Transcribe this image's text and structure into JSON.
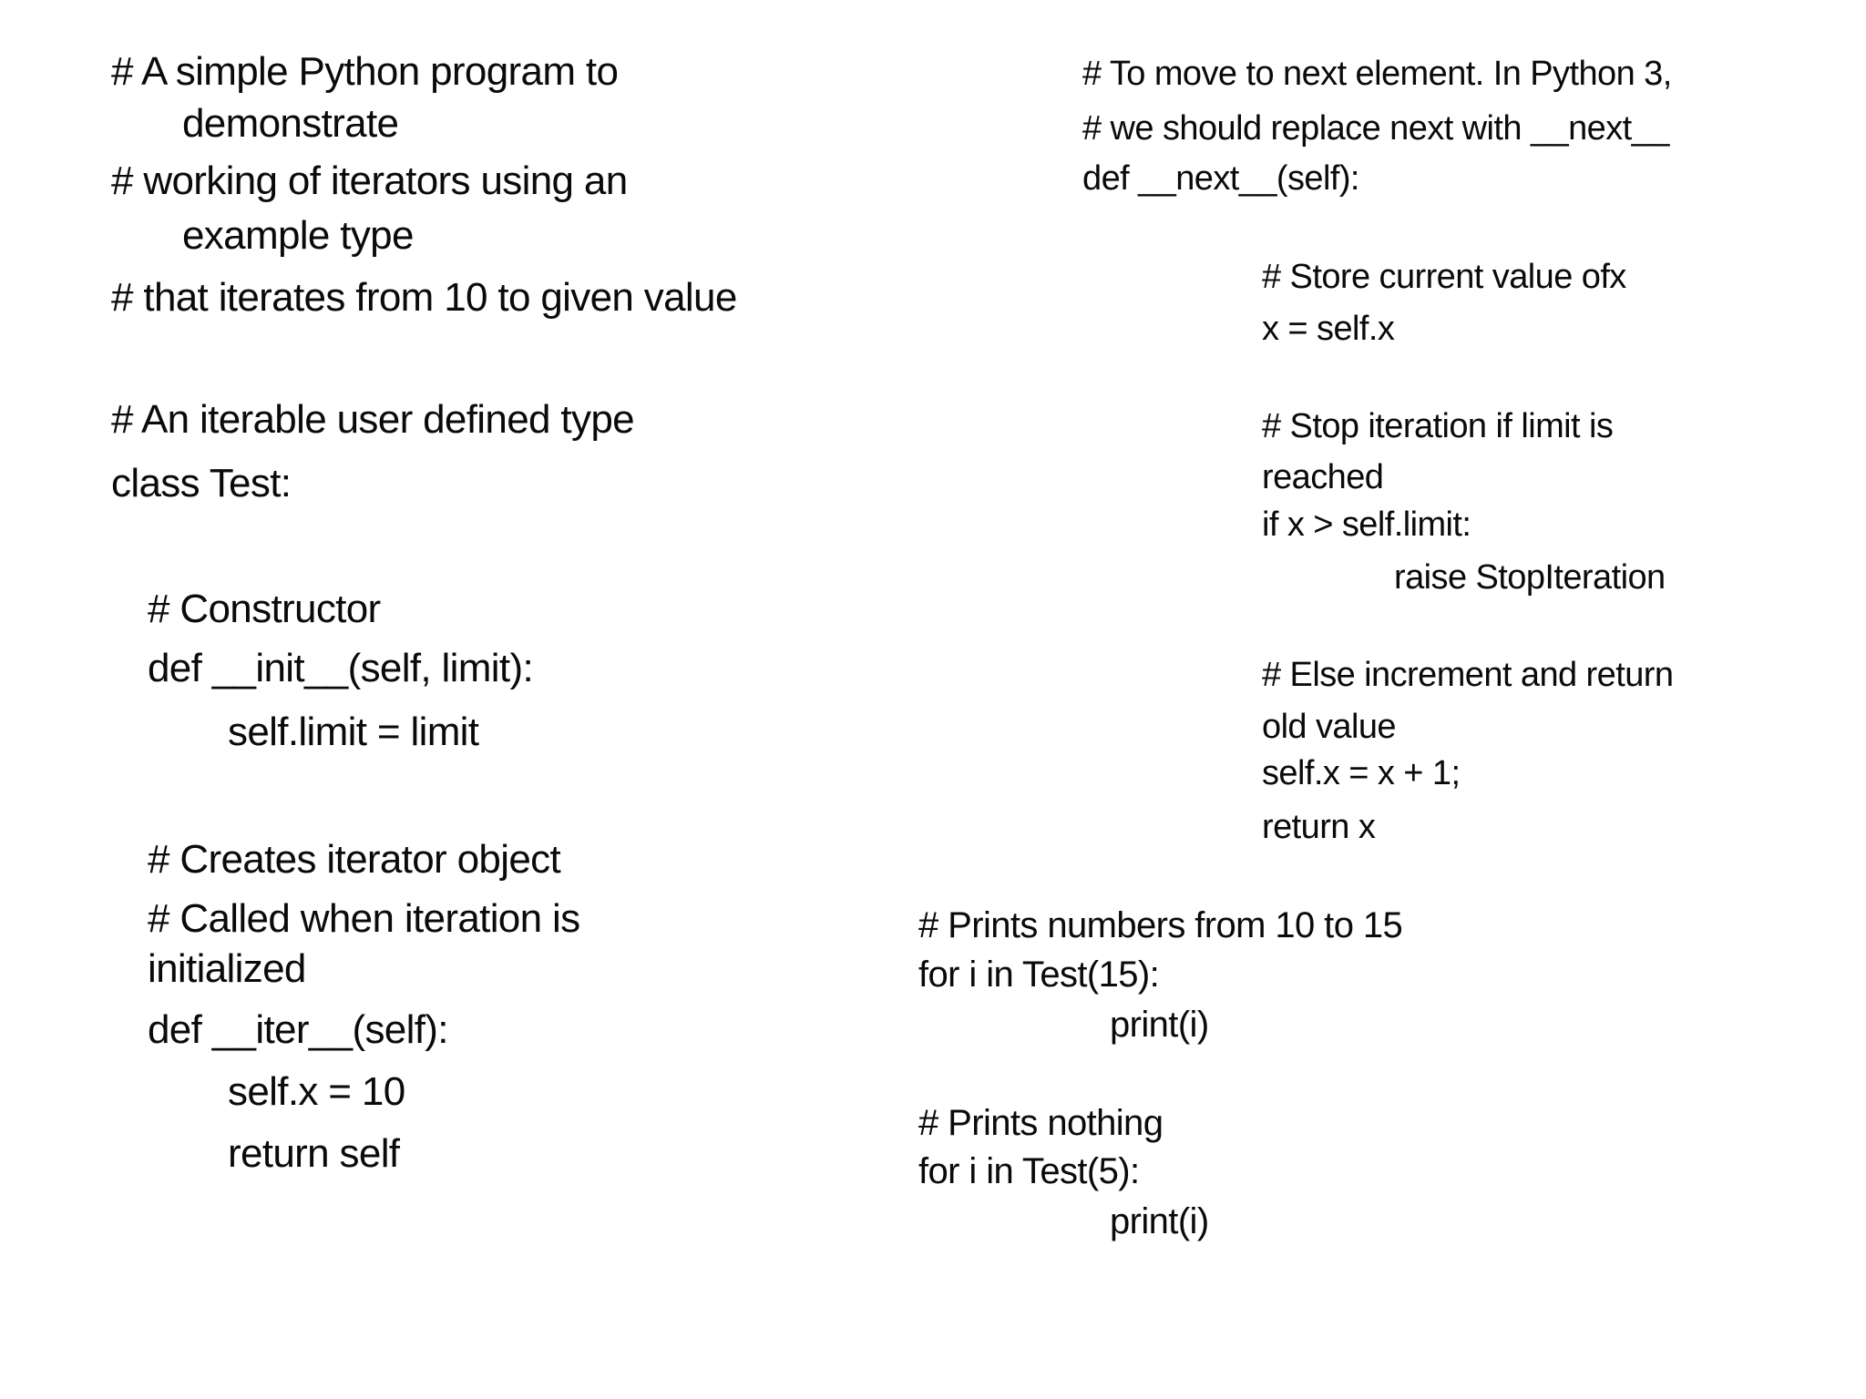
{
  "page": {
    "background_color": "#ffffff",
    "text_color": "#0a0a0a",
    "description": "Slide showing a simple Python program demonstrating iterators"
  },
  "blocks": {
    "left": {
      "lines": [
        "# A simple Python program to",
        "demonstrate",
        "# working of iterators using an",
        "example type",
        "# that iterates from 10 to given value",
        "# An iterable user defined type",
        "class Test:",
        "# Constructor",
        "def __init__(self, limit):",
        "self.limit = limit",
        "# Creates iterator object",
        "# Called when iteration is",
        "initialized",
        "def __iter__(self):",
        "self.x = 10",
        "return self"
      ]
    },
    "right": {
      "lines": [
        "# To move to next element. In Python 3,",
        "# we should replace next with __next__",
        "def __next__(self):",
        "# Store current value ofx",
        "x = self.x",
        "# Stop iteration if limit is",
        "reached",
        "if x > self.limit:",
        "raise StopIteration",
        "# Else increment and return",
        "old value",
        "self.x = x + 1;",
        "return x"
      ]
    },
    "bottom": {
      "lines": [
        "# Prints numbers from 10 to 15",
        "for i in Test(15):",
        "print(i)",
        "# Prints nothing",
        "for i in Test(5):",
        "print(i)"
      ]
    }
  }
}
